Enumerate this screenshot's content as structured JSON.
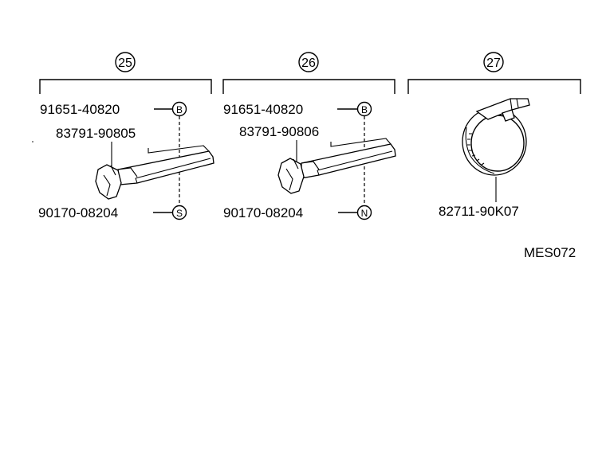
{
  "groups": [
    {
      "index": "25",
      "parts": {
        "top_bolt": "91651-40820",
        "top_symbol": "B",
        "bracket": "83791-90805",
        "bottom_screw": "90170-08204",
        "bottom_symbol": "S"
      }
    },
    {
      "index": "26",
      "parts": {
        "top_bolt": "91651-40820",
        "top_symbol": "B",
        "bracket": "83791-90806",
        "bottom_screw": "90170-08204",
        "bottom_symbol": "N"
      }
    },
    {
      "index": "27",
      "parts": {
        "clamp": "82711-90K07"
      }
    }
  ],
  "figure_code": "MES072"
}
